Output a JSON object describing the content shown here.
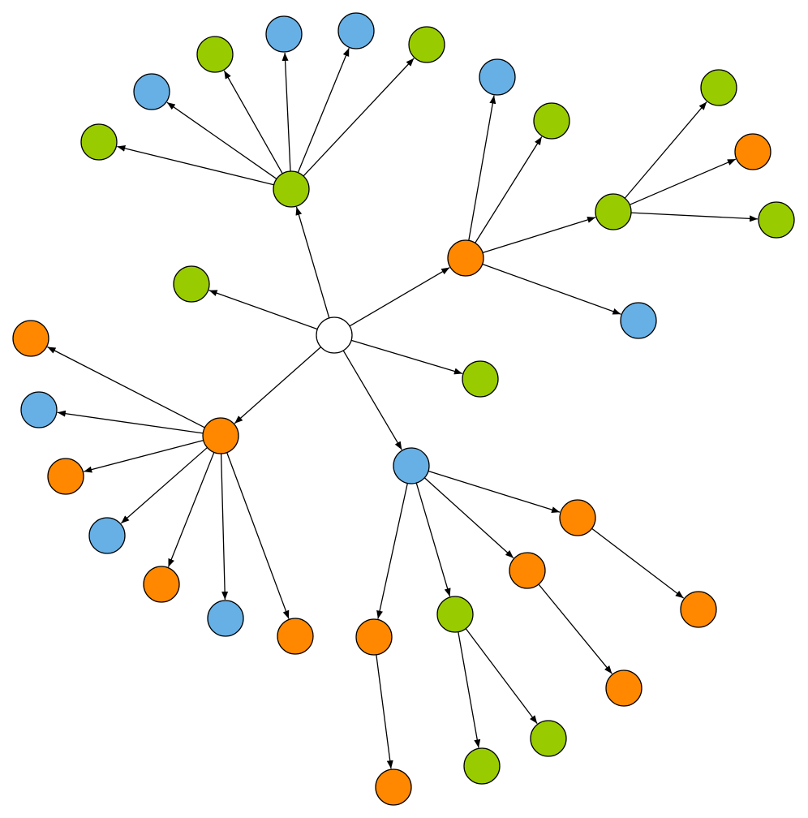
{
  "graph": {
    "colors": {
      "root": "#ffffff",
      "green": "#99cc00",
      "blue": "#66b0e6",
      "orange": "#ff8800",
      "stroke": "#000000",
      "edge": "#000000"
    },
    "nodes": [
      {
        "id": "root",
        "color": "root"
      },
      {
        "id": "g_top",
        "color": "green"
      },
      {
        "id": "t1",
        "color": "green"
      },
      {
        "id": "t2",
        "color": "blue"
      },
      {
        "id": "t3",
        "color": "green"
      },
      {
        "id": "t4",
        "color": "blue"
      },
      {
        "id": "t5",
        "color": "blue"
      },
      {
        "id": "t6",
        "color": "green"
      },
      {
        "id": "o_right",
        "color": "orange"
      },
      {
        "id": "r1",
        "color": "blue"
      },
      {
        "id": "r2",
        "color": "green"
      },
      {
        "id": "g_right",
        "color": "green"
      },
      {
        "id": "r4",
        "color": "blue"
      },
      {
        "id": "rg1",
        "color": "green"
      },
      {
        "id": "rg2",
        "color": "orange"
      },
      {
        "id": "rg3",
        "color": "green"
      },
      {
        "id": "g_left",
        "color": "green"
      },
      {
        "id": "g_lower",
        "color": "green"
      },
      {
        "id": "o_left",
        "color": "orange"
      },
      {
        "id": "l1",
        "color": "orange"
      },
      {
        "id": "l2",
        "color": "blue"
      },
      {
        "id": "l3",
        "color": "orange"
      },
      {
        "id": "l4",
        "color": "blue"
      },
      {
        "id": "l5",
        "color": "orange"
      },
      {
        "id": "l6",
        "color": "blue"
      },
      {
        "id": "l7",
        "color": "orange"
      },
      {
        "id": "b_bottom",
        "color": "blue"
      },
      {
        "id": "bo1",
        "color": "orange"
      },
      {
        "id": "bo2",
        "color": "orange"
      },
      {
        "id": "bg",
        "color": "green"
      },
      {
        "id": "bo3",
        "color": "orange"
      },
      {
        "id": "bo1c",
        "color": "orange"
      },
      {
        "id": "bo2c",
        "color": "orange"
      },
      {
        "id": "bgc1",
        "color": "green"
      },
      {
        "id": "bgc2",
        "color": "green"
      },
      {
        "id": "bo3c",
        "color": "orange"
      }
    ],
    "edges": [
      [
        "root",
        "g_top"
      ],
      [
        "root",
        "o_right"
      ],
      [
        "root",
        "g_left"
      ],
      [
        "root",
        "g_lower"
      ],
      [
        "root",
        "o_left"
      ],
      [
        "root",
        "b_bottom"
      ],
      [
        "g_top",
        "t1"
      ],
      [
        "g_top",
        "t2"
      ],
      [
        "g_top",
        "t3"
      ],
      [
        "g_top",
        "t4"
      ],
      [
        "g_top",
        "t5"
      ],
      [
        "g_top",
        "t6"
      ],
      [
        "o_right",
        "r1"
      ],
      [
        "o_right",
        "r2"
      ],
      [
        "o_right",
        "g_right"
      ],
      [
        "o_right",
        "r4"
      ],
      [
        "g_right",
        "rg1"
      ],
      [
        "g_right",
        "rg2"
      ],
      [
        "g_right",
        "rg3"
      ],
      [
        "o_left",
        "l1"
      ],
      [
        "o_left",
        "l2"
      ],
      [
        "o_left",
        "l3"
      ],
      [
        "o_left",
        "l4"
      ],
      [
        "o_left",
        "l5"
      ],
      [
        "o_left",
        "l6"
      ],
      [
        "o_left",
        "l7"
      ],
      [
        "b_bottom",
        "bo1"
      ],
      [
        "b_bottom",
        "bo2"
      ],
      [
        "b_bottom",
        "bg"
      ],
      [
        "b_bottom",
        "bo3"
      ],
      [
        "bo1",
        "bo1c"
      ],
      [
        "bo2",
        "bo2c"
      ],
      [
        "bg",
        "bgc1"
      ],
      [
        "bg",
        "bgc2"
      ],
      [
        "bo3",
        "bo3c"
      ]
    ]
  }
}
